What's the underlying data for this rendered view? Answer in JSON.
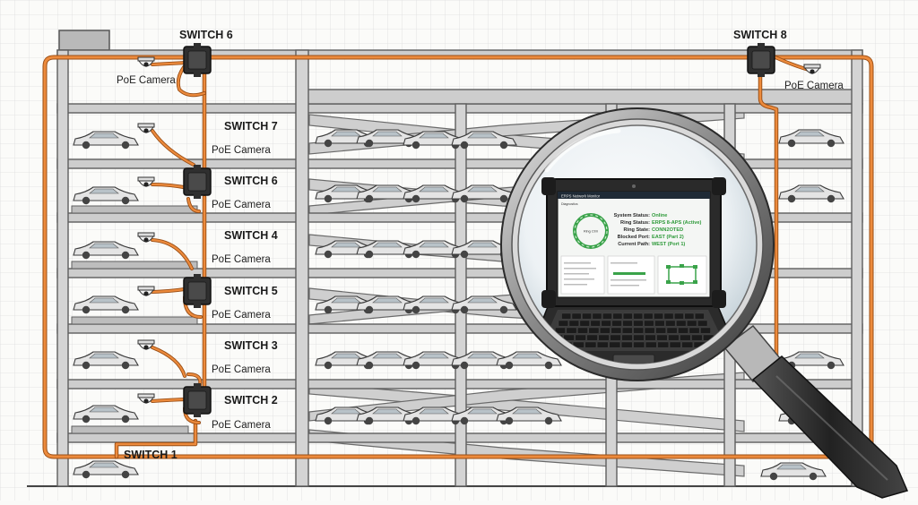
{
  "switches": [
    {
      "id": "sw6-top",
      "label": "SWITCH 6"
    },
    {
      "id": "sw8",
      "label": "SWITCH 8"
    },
    {
      "id": "sw7",
      "label": "SWITCH 7"
    },
    {
      "id": "sw6",
      "label": "SWITCH 6"
    },
    {
      "id": "sw4",
      "label": "SWITCH 4"
    },
    {
      "id": "sw5",
      "label": "SWITCH 5"
    },
    {
      "id": "sw3",
      "label": "SWITCH 3"
    },
    {
      "id": "sw2",
      "label": "SWITCH 2"
    },
    {
      "id": "sw1",
      "label": "SWITCH 1"
    }
  ],
  "camera_label": "PoE Camera",
  "colors": {
    "cable": "#e07a2e",
    "structure": "#c8c8c8",
    "structure_dark": "#6e6e6e",
    "grid": "#dcdcdc",
    "status_green": "#2e9a3a"
  },
  "laptop": {
    "window_title": "ERPS Network Monitor",
    "panel_title": "Diagnostics",
    "ring_center": "Ring Ctrlr",
    "status": [
      {
        "label": "System Status:",
        "value": "Online"
      },
      {
        "label": "Ring Status:",
        "value": "ERPS 8-APS (Active)"
      },
      {
        "label": "Ring State:",
        "value": "CONN2OTED"
      },
      {
        "label": "Blocked Port:",
        "value": "EAST (Part 2)"
      },
      {
        "label": "Current Path:",
        "value": "WEST (Port 1)"
      }
    ]
  }
}
